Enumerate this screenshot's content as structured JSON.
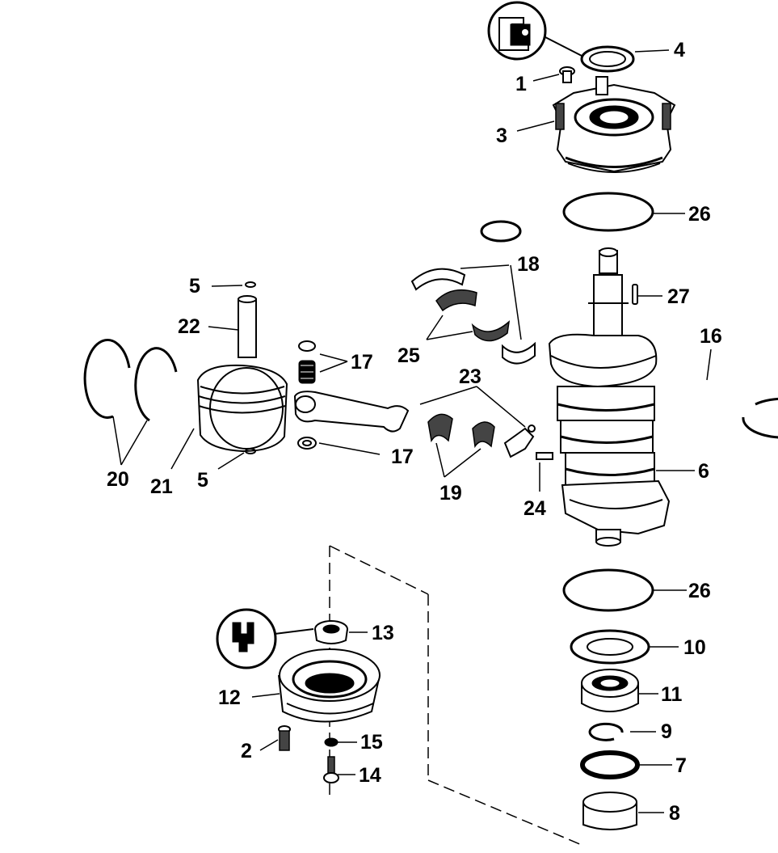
{
  "callouts": {
    "n1": "1",
    "n2": "2",
    "n3": "3",
    "n4": "4",
    "n5_top": "5",
    "n5_bottom": "5",
    "n6": "6",
    "n7": "7",
    "n8": "8",
    "n9": "9",
    "n10": "10",
    "n11": "11",
    "n12": "12",
    "n13": "13",
    "n14": "14",
    "n15": "15",
    "n16": "16",
    "n17_top": "17",
    "n17_bottom": "17",
    "n18": "18",
    "n19": "19",
    "n20": "20",
    "n21": "21",
    "n22": "22",
    "n23": "23",
    "n24": "24",
    "n25": "25",
    "n26_top": "26",
    "n26_bottom": "26",
    "n27": "27"
  },
  "colors": {
    "ink": "#000000",
    "paper": "#ffffff"
  }
}
